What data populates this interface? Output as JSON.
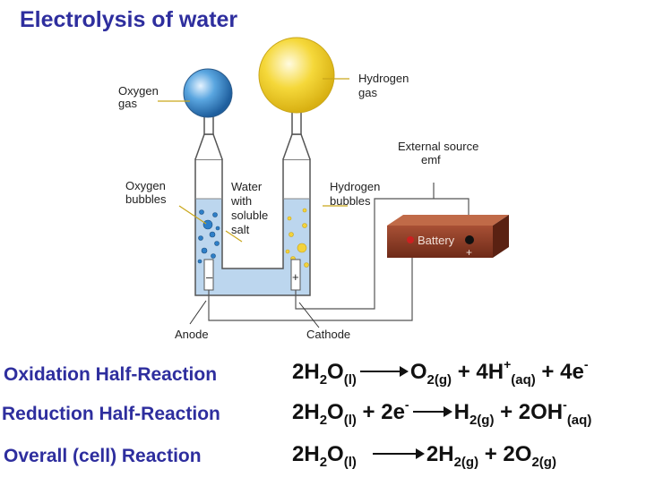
{
  "title": "Electrolysis of water",
  "labels": {
    "oxygen_gas_1": "Oxygen",
    "oxygen_gas_2": "gas",
    "hydrogen_gas_1": "Hydrogen",
    "hydrogen_gas_2": "gas",
    "external_1": "External source",
    "external_2": "emf",
    "oxygen_bubbles_1": "Oxygen",
    "oxygen_bubbles_2": "bubbles",
    "water_1": "Water",
    "water_2": "with",
    "water_3": "soluble",
    "water_4": "salt",
    "hydrogen_bubbles_1": "Hydrogen",
    "hydrogen_bubbles_2": "bubbles",
    "battery": "Battery",
    "battery_plus": "+",
    "anode_sign": "–",
    "cathode_sign": "+",
    "anode": "Anode",
    "cathode": "Cathode"
  },
  "colors": {
    "title": "#2e2e9e",
    "water": "#bcd6ee",
    "oxygen_balloon": "#5aa6e0",
    "hydrogen_balloon": "#f5d83a",
    "battery": "#8b3a24"
  },
  "reactions": [
    {
      "name": "Oxidation Half-Reaction",
      "left": {
        "a": "2H",
        "a_sub": "2",
        "b": "O",
        "b_sub": "(l)"
      },
      "right": {
        "a": "O",
        "a_sub": "2(g)",
        "b": " + 4H",
        "b_sup": "+",
        "b_sub": "(aq)",
        "c": " + 4e",
        "c_sup": "-"
      }
    },
    {
      "name": "Reduction Half-Reaction",
      "left": {
        "a": "2H",
        "a_sub": "2",
        "b": "O",
        "b_sub": "(l)",
        "c": " + 2e",
        "c_sup": "-"
      },
      "right": {
        "a": "H",
        "a_sub": "2(g)",
        "b": " + 2OH",
        "b_sup": "-",
        "b_sub": "(aq)"
      }
    },
    {
      "name": "Overall (cell) Reaction",
      "left": {
        "a": "2H",
        "a_sub": "2",
        "b": "O",
        "b_sub": "(l)"
      },
      "right": {
        "a": "2H",
        "a_sub": "2(g)",
        "b": " + 2O",
        "b_sub": "2(g)"
      }
    }
  ]
}
